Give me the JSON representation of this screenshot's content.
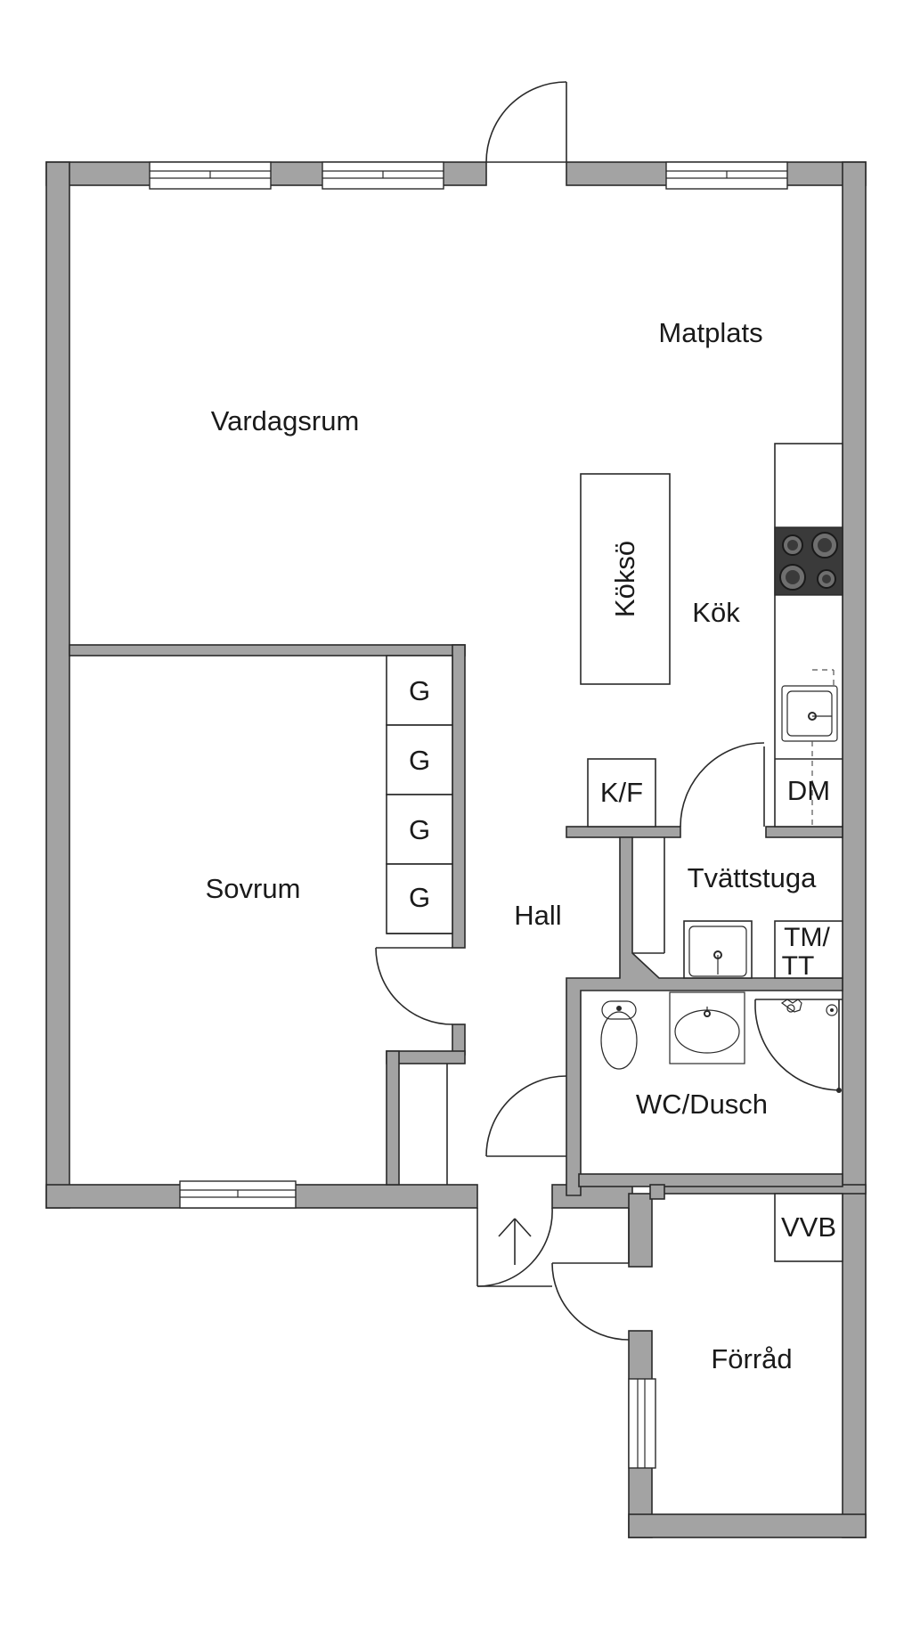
{
  "rooms": {
    "vardagsrum": "Vardagsrum",
    "matplats": "Matplats",
    "kok": "Kök",
    "kokso": "Köksö",
    "sovrum": "Sovrum",
    "hall": "Hall",
    "tvattstuga": "Tvättstuga",
    "wc_dusch": "WC/Dusch",
    "forrad": "Förråd"
  },
  "fixtures": {
    "garderob": "G",
    "kyl_frys": "K/F",
    "diskmaskin": "DM",
    "tm_line1": "TM/",
    "tm_line2": "TT",
    "vvb": "VVB"
  },
  "colors": {
    "wall": "#a3a3a3",
    "outline": "#2a2a2a",
    "stove": "#3a3a3a"
  }
}
